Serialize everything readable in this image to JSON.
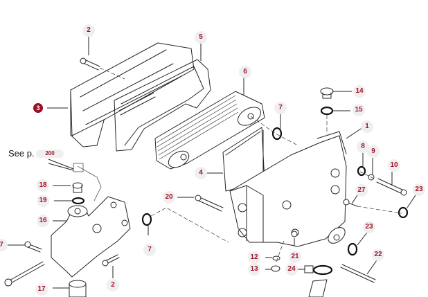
{
  "diagram": {
    "title": "Oil cooler assembly exploded view",
    "see_page": {
      "label": "See p.",
      "page": "200"
    },
    "callouts": [
      {
        "id": "2a",
        "label": "2"
      },
      {
        "id": "5",
        "label": "5"
      },
      {
        "id": "6",
        "label": "6"
      },
      {
        "id": "3",
        "label": "3",
        "highlighted": true
      },
      {
        "id": "7a",
        "label": "7"
      },
      {
        "id": "14",
        "label": "14"
      },
      {
        "id": "15",
        "label": "15"
      },
      {
        "id": "1",
        "label": "1"
      },
      {
        "id": "8",
        "label": "8"
      },
      {
        "id": "9",
        "label": "9"
      },
      {
        "id": "10",
        "label": "10"
      },
      {
        "id": "4",
        "label": "4"
      },
      {
        "id": "18",
        "label": "18"
      },
      {
        "id": "19",
        "label": "19"
      },
      {
        "id": "20",
        "label": "20"
      },
      {
        "id": "27",
        "label": "27"
      },
      {
        "id": "23a",
        "label": "23"
      },
      {
        "id": "16",
        "label": "16"
      },
      {
        "id": "7b",
        "label": "7"
      },
      {
        "id": "7c",
        "label": "7"
      },
      {
        "id": "23b",
        "label": "23"
      },
      {
        "id": "12",
        "label": "12"
      },
      {
        "id": "21",
        "label": "21"
      },
      {
        "id": "22",
        "label": "22"
      },
      {
        "id": "13",
        "label": "13"
      },
      {
        "id": "24",
        "label": "24"
      },
      {
        "id": "17",
        "label": "17"
      },
      {
        "id": "2b",
        "label": "2"
      }
    ],
    "colors": {
      "accent": "#a3122a",
      "highlight": "#9b1024",
      "badge_bg": "#efefef"
    }
  }
}
